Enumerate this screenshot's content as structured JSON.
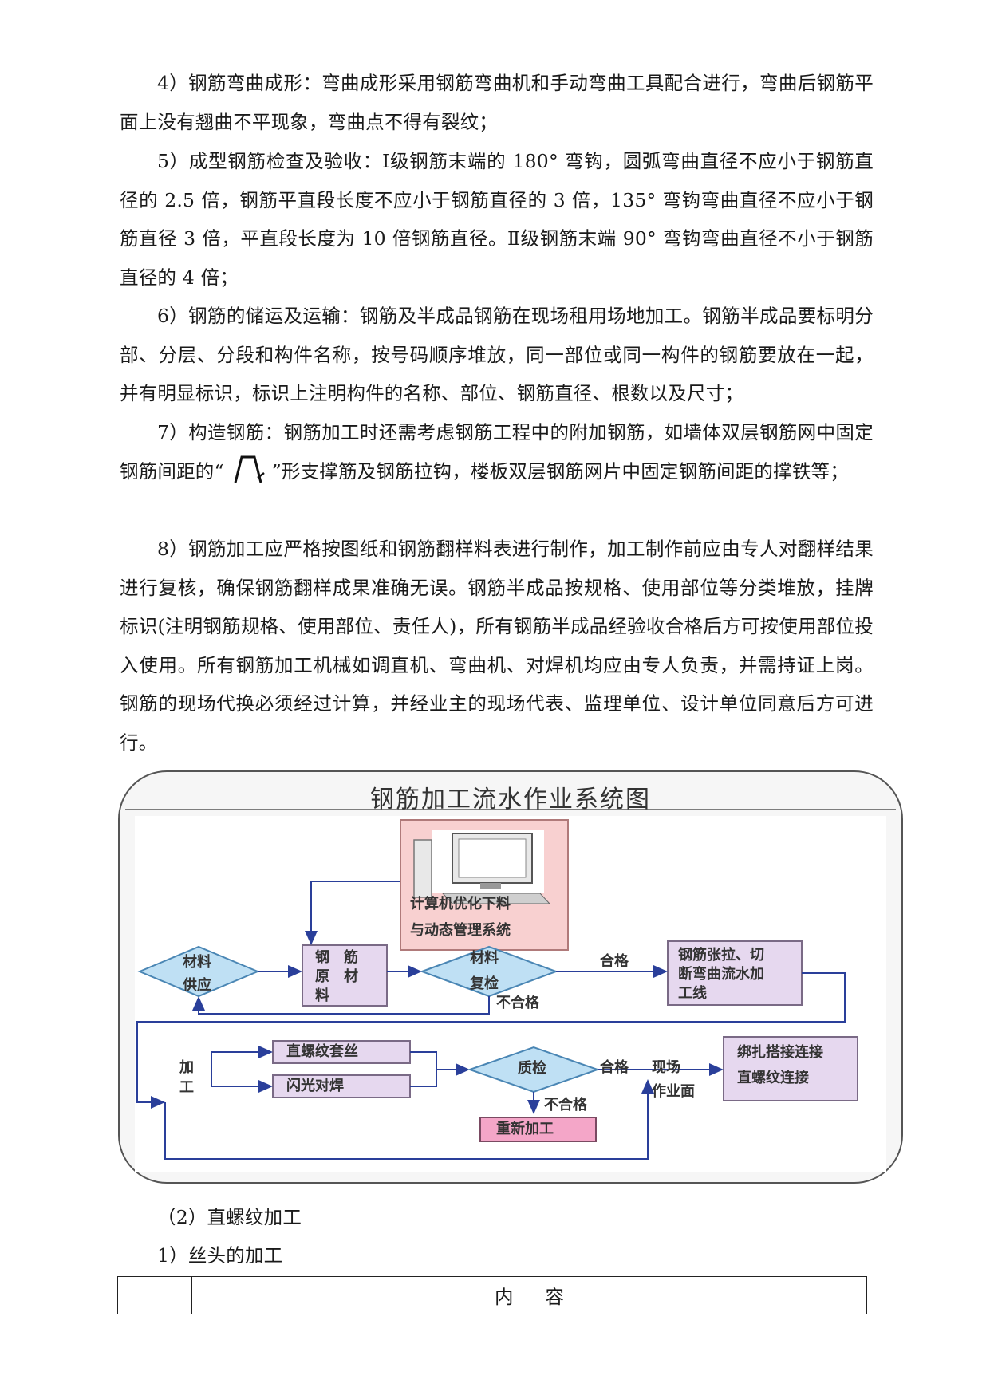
{
  "paragraphs": {
    "p4": "4）钢筋弯曲成形：弯曲成形采用钢筋弯曲机和手动弯曲工具配合进行，弯曲后钢筋平面上没有翘曲不平现象，弯曲点不得有裂纹；",
    "p5": "5）成型钢筋检查及验收：Ⅰ级钢筋末端的 180° 弯钩，圆弧弯曲直径不应小于钢筋直径的 2.5 倍，钢筋平直段长度不应小于钢筋直径的 3 倍，135° 弯钩弯曲直径不应小于钢筋直径 3 倍，平直段长度为 10 倍钢筋直径。Ⅱ级钢筋末端 90° 弯钩弯曲直径不小于钢筋直径的 4 倍；",
    "p6": "6）钢筋的储运及运输：钢筋及半成品钢筋在现场租用场地加工。钢筋半成品要标明分部、分层、分段和构件名称，按号码顺序堆放，同一部位或同一构件的钢筋要放在一起，并有明显标识，标识上注明构件的名称、部位、钢筋直径、根数以及尺寸；",
    "p7a": "7）构造钢筋：钢筋加工时还需考虑钢筋工程中的附加钢筋，如墙体双层钢筋网中固定钢筋间距的“",
    "p7b": "”形支撑筋及钢筋拉钩，楼板双层钢筋网片中固定钢筋间距的撑铁等；",
    "p8": "8）钢筋加工应严格按图纸和钢筋翻样料表进行制作，加工制作前应由专人对翻样结果进行复核，确保钢筋翻样成果准确无误。钢筋半成品按规格、使用部位等分类堆放，挂牌标识(注明钢筋规格、使用部位、责任人)，所有钢筋半成品经验收合格后方可按使用部位投入使用。所有钢筋加工机械如调直机、弯曲机、对焊机均应由专人负责，并需持证上岗。钢筋的现场代换必须经过计算，并经业主的现场代表、监理单位、设计单位同意后方可进行。"
  },
  "diagram": {
    "title": "钢筋加工流水作业系统图",
    "computer_l1": "计算机优化下料",
    "computer_l2": "与动态管理系统",
    "supply_l1": "材料",
    "supply_l2": "供应",
    "raw_l1": "钢　筋",
    "raw_l2": "原　材",
    "raw_l3": "料",
    "recheck_l1": "材料",
    "recheck_l2": "复检",
    "pass1": "合格",
    "fail1": "不合格",
    "line_l1": "钢筋张拉、切",
    "line_l2": "断弯曲流水加",
    "line_l3": "工线",
    "process_l1": "加",
    "process_l2": "工",
    "thread": "直螺纹套丝",
    "flash": "闪光对焊",
    "qc": "质检",
    "pass2": "合格",
    "site_l1": "现场",
    "site_l2": "作业面",
    "fail2": "不合格",
    "rework": "重新加工",
    "bind_l1": "绑扎搭接连接",
    "bind_l2": "直螺纹连接"
  },
  "section": {
    "heading": "（2）直螺纹加工",
    "sub": "1）丝头的加工"
  },
  "table": {
    "header": "内容"
  },
  "colors": {
    "box_fill": "#e6d8ef",
    "box_stroke": "#7a6a86",
    "diamond_fill": "#bfe0f4",
    "diamond_stroke": "#4a86b4",
    "computer_fill": "#f8d0d0",
    "rework_fill": "#f4a6c8",
    "arrow": "#2a3f9a"
  }
}
